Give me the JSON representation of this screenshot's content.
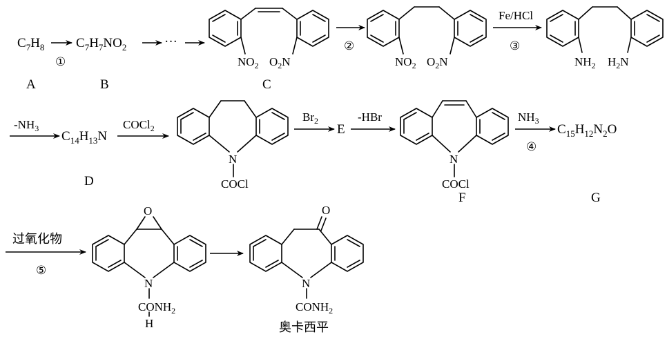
{
  "labels": {
    "A": "A",
    "B": "B",
    "C": "C",
    "D": "D",
    "F": "F",
    "G": "G",
    "E": "E",
    "product_name": "奥卡西平"
  },
  "formulas": {
    "A": "C7H8",
    "B": "C7H7NO2",
    "D": "C14H13N",
    "G": "C15H12N2O",
    "ellipsis": "···"
  },
  "substituents": {
    "no2": "NO2",
    "o2n": "O2N",
    "nh2": "NH2",
    "h2n": "H2N",
    "n": "N",
    "cocl": "COCl",
    "conh2": "CONH2",
    "h": "H",
    "o": "O"
  },
  "steps": {
    "s1": "①",
    "s2": "②",
    "s3": "③",
    "s4": "④",
    "s5": "⑤",
    "reagent_3": "Fe/HCl",
    "reagent_d": "-NH3",
    "reagent_cocl2": "COCl2",
    "reagent_br2": "Br2",
    "reagent_hbr": "-HBr",
    "reagent_nh3": "NH3",
    "reagent_5": "过氧化物"
  }
}
